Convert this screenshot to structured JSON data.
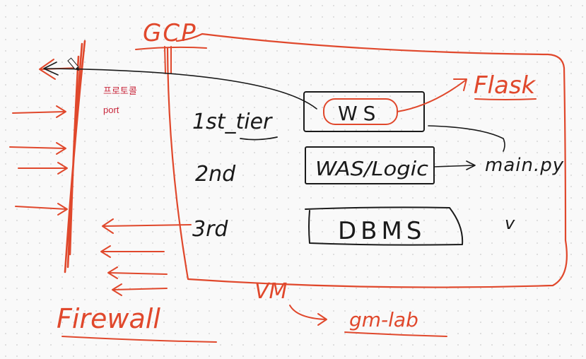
{
  "colors": {
    "ink": "#1a1a1a",
    "accent": "#e0482c",
    "note": "#c8273c",
    "background": "#f9f9f9"
  },
  "diagram": {
    "cloud_label": "GCP",
    "vm_label": "VM",
    "vm_note": "gm-lab",
    "firewall_label": "Firewall",
    "firewall_notes": [
      "프로토콜",
      "port"
    ],
    "tiers": [
      {
        "label": "1st_tier",
        "box": "WS"
      },
      {
        "label": "2nd",
        "box": "WAS/Logic"
      },
      {
        "label": "3rd",
        "box": "DBMS"
      }
    ],
    "framework_label": "Flask",
    "file_label": "main.py",
    "check_mark": "v"
  }
}
